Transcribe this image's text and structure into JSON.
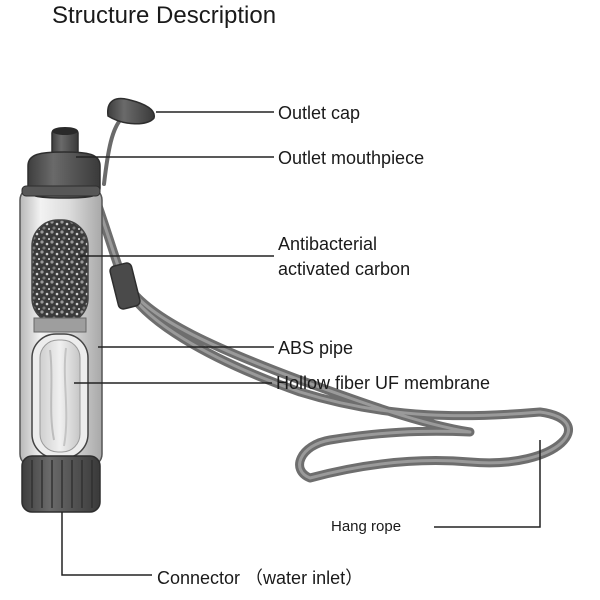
{
  "title": "Structure Description",
  "labels": {
    "outlet_cap": "Outlet cap",
    "outlet_mouthpiece": "Outlet mouthpiece",
    "carbon_line1": "Antibacterial",
    "carbon_line2": "activated carbon",
    "abs_pipe": "ABS pipe",
    "hollow_fiber": "Hollow fiber UF membrane",
    "hang_rope": "Hang rope",
    "connector": "Connector （water inlet）"
  },
  "colors": {
    "cap_dark": "#5a5a5a",
    "rope": "#707070",
    "tube_body": "#e4e4e4",
    "leader_line": "#222222"
  }
}
